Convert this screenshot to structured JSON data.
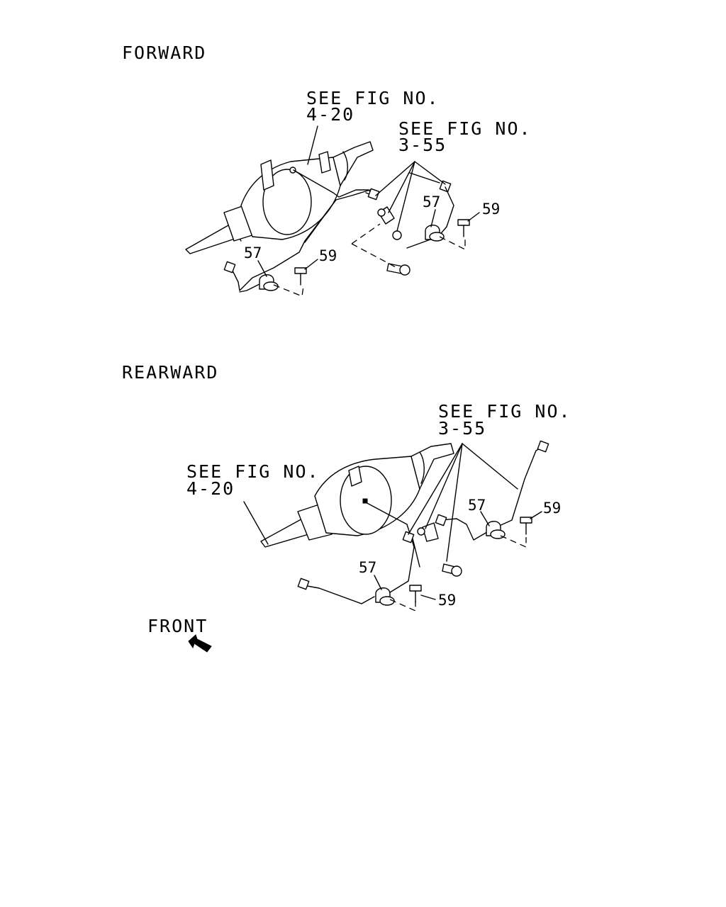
{
  "sections": {
    "forward": {
      "heading": "FORWARD",
      "axle_ref": {
        "line1": "SEE FIG NO.",
        "line2": "4-20"
      },
      "line_ref": {
        "line1": "SEE FIG NO.",
        "line2": "3-55"
      },
      "callouts": {
        "clip_a": "57",
        "bolt_a": "59",
        "clip_b": "57",
        "bolt_b": "59"
      }
    },
    "rearward": {
      "heading": "REARWARD",
      "axle_ref": {
        "line1": "SEE FIG NO.",
        "line2": "4-20"
      },
      "line_ref": {
        "line1": "SEE FIG NO.",
        "line2": "3-55"
      },
      "callouts": {
        "clip_a": "57",
        "bolt_a": "59",
        "clip_b": "57",
        "bolt_b": "59"
      }
    }
  },
  "direction": {
    "label": "FRONT",
    "icon": "front-arrow-icon"
  }
}
